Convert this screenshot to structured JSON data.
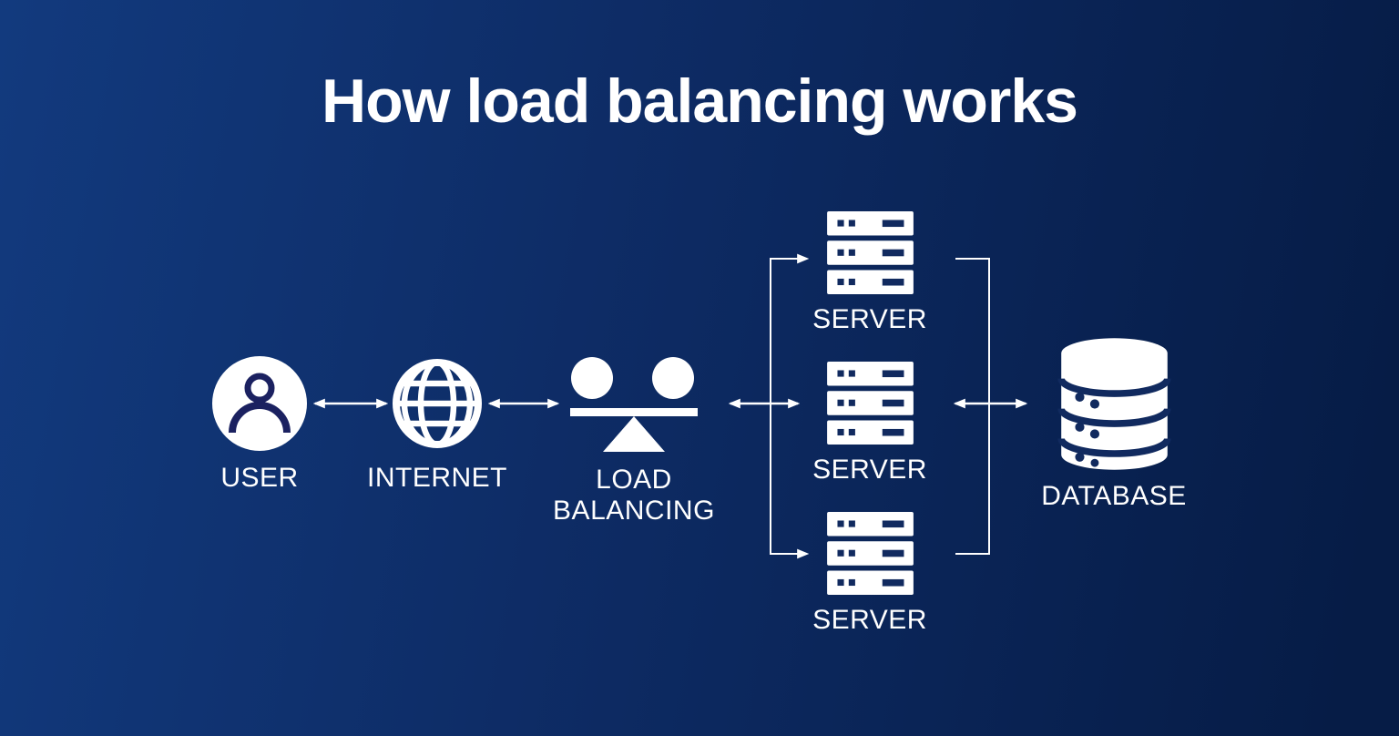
{
  "title": "How load balancing works",
  "colors": {
    "bg_left": "#123a7e",
    "bg_mid": "#0d2a62",
    "bg_right": "#061c46",
    "text": "#ffffff",
    "icon": "#ffffff",
    "icon_detail": "#1b2160",
    "icon_cutout": "#112a5f",
    "arrow": "#ffffff"
  },
  "nodes": {
    "user": {
      "label": "USER",
      "icon": "user-icon"
    },
    "internet": {
      "label": "INTERNET",
      "icon": "globe-icon"
    },
    "load_balancer": {
      "lines": [
        "LOAD",
        "BALANCING"
      ],
      "icon": "balance-scale-icon"
    },
    "servers": [
      {
        "label": "SERVER",
        "icon": "server-rack-icon"
      },
      {
        "label": "SERVER",
        "icon": "server-rack-icon"
      },
      {
        "label": "SERVER",
        "icon": "server-rack-icon"
      }
    ],
    "database": {
      "label": "DATABASE",
      "icon": "database-icon"
    }
  },
  "connections": [
    {
      "from": "user",
      "to": "internet",
      "style": "double-headed-arrow"
    },
    {
      "from": "internet",
      "to": "load-balancer",
      "style": "double-headed-arrow"
    },
    {
      "from": "load-balancer",
      "to": "servers",
      "style": "double-headed-arrow-into-fanout-bracket"
    },
    {
      "from": "servers",
      "to": "database",
      "style": "bracket-with-double-headed-arrow"
    }
  ]
}
